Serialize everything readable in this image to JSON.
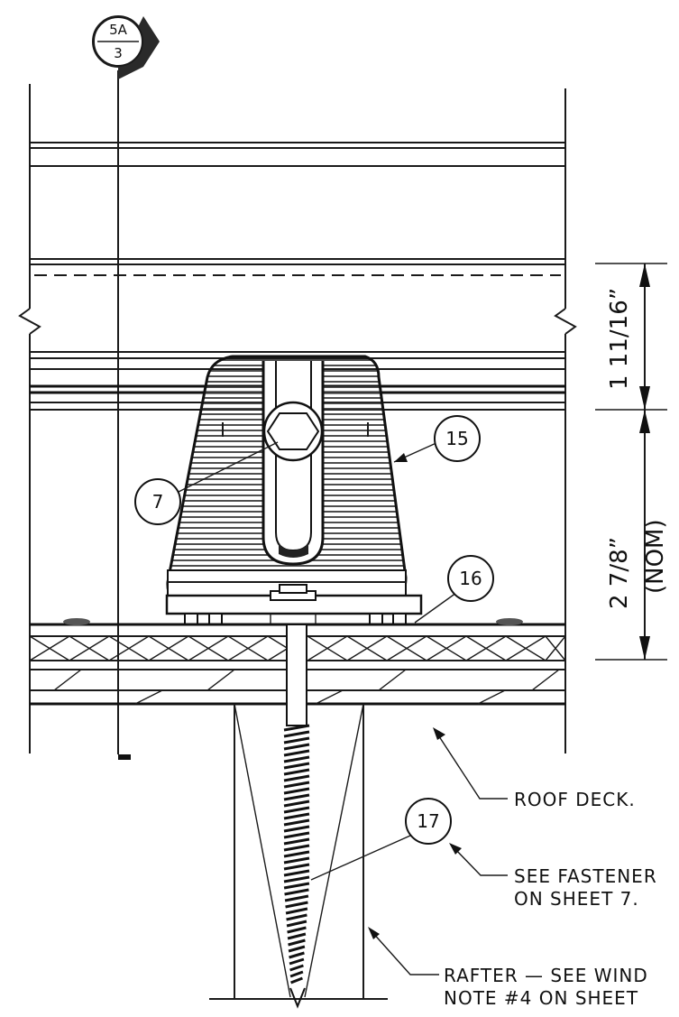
{
  "section_marker": {
    "top": "5A",
    "bottom": "3"
  },
  "callouts": [
    {
      "id": "callout-7",
      "label": "7"
    },
    {
      "id": "callout-15",
      "label": "15"
    },
    {
      "id": "callout-16",
      "label": "16"
    },
    {
      "id": "callout-17",
      "label": "17"
    }
  ],
  "dimensions": {
    "upper": "1 11/16”",
    "lower": "2 7/8”",
    "lower_note": "(NOM)"
  },
  "notes": {
    "roof_deck": "ROOF DECK.",
    "fastener_line1": "SEE FASTENER",
    "fastener_line2": "ON SHEET 7.",
    "rafter_line1": "RAFTER — SEE WIND",
    "rafter_line2": "NOTE #4 ON SHEET"
  }
}
